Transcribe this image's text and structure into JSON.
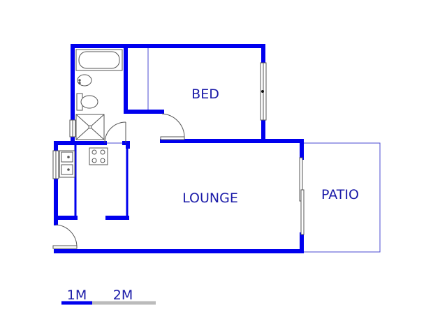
{
  "colors": {
    "wall": "#0000ee",
    "thin": "#4a4ad0",
    "fixture": "#555555",
    "label": "#1a1aa8",
    "scale_grey": "#bbbbbb"
  },
  "rooms": {
    "bed": "BED",
    "lounge": "LOUNGE",
    "patio": "PATIO"
  },
  "scale": {
    "first": "1M",
    "second": "2M"
  }
}
